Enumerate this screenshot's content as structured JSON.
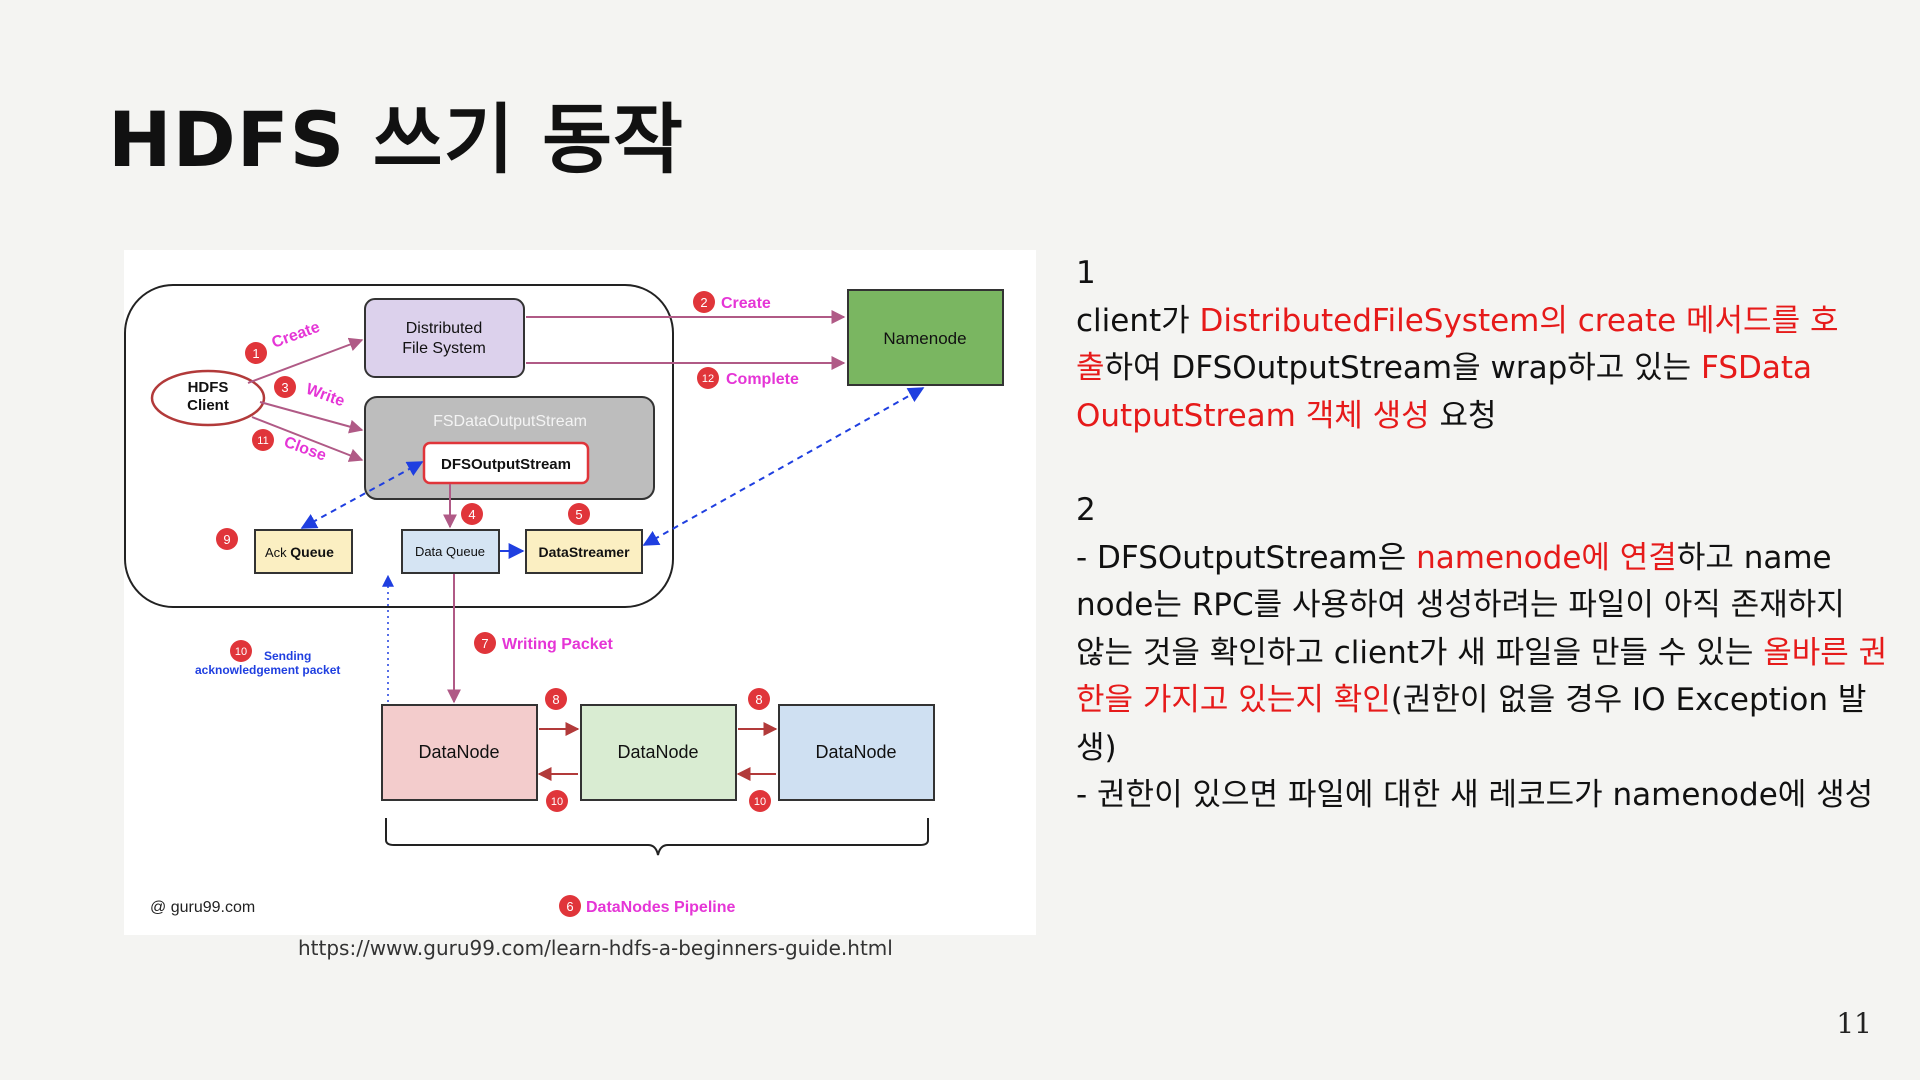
{
  "slide": {
    "title": "HDFS 쓰기 동작",
    "page_number": "11",
    "caption": "https://www.guru99.com/learn-hdfs-a-beginners-guide.html"
  },
  "diagram": {
    "hdfs_client": "HDFS\nClient",
    "hdfs_client_l1": "HDFS",
    "hdfs_client_l2": "Client",
    "dfs_l1": "Distributed",
    "dfs_l2": "File System",
    "fsdos": "FSDataOutputStream",
    "dos": "DFSOutputStream",
    "namenode": "Namenode",
    "ack_queue_prefix": "Ack ",
    "ack_queue_bold": "Queue",
    "data_queue": "Data Queue",
    "datastreamer": "DataStreamer",
    "datanode_1": "DataNode",
    "datanode_2": "DataNode",
    "datanode_3": "DataNode",
    "label_create_1": "Create",
    "label_write": "Write",
    "label_close": "Close",
    "label_create_2": "Create",
    "label_complete": "Complete",
    "label_writing_packet": "Writing Packet",
    "label_pipeline": "DataNodes Pipeline",
    "label_sending_l1": "Sending",
    "label_sending_l2": "acknowledgement  packet",
    "watermark": "@ guru99.com",
    "step_badges": [
      "1",
      "2",
      "3",
      "4",
      "5",
      "6",
      "7",
      "8",
      "8",
      "9",
      "10",
      "10",
      "10",
      "11",
      "12"
    ],
    "colors": {
      "badge": "#e0353a",
      "magenta": "#e535d6",
      "arrow_link": "#b05a86",
      "namenode_fill": "#7ab661",
      "dfs_fill": "#dcd1ec",
      "fsdos_fill": "#bdbdbd",
      "ack_fill": "#fbefc2",
      "dataqueue_fill": "#d5e4f3",
      "datastreamer_fill": "#fbefc2",
      "dn1_fill": "#f3cccc",
      "dn2_fill": "#d9ecd2",
      "dn3_fill": "#cfe0f2",
      "dashed_blue": "#1f3fe0"
    }
  },
  "notes": {
    "section1_num": "1",
    "s1_line1_a": "client가 ",
    "s1_line1_hl": "DistributedFileSystem의 create 메서드를 호",
    "s1_line2_hl": "출",
    "s1_line2_b": "하여 DFSOutputStream을 wrap하고 있는 ",
    "s1_line2_hl2": "FSData",
    "s1_line3_hl": "OutputStream 객체 생성",
    "s1_line3_b": " 요청",
    "section2_num": "2",
    "s2_line1_a": "- DFSOutputStream은 ",
    "s2_line1_hl": "namenode에 연결",
    "s2_line1_b": "하고 name",
    "s2_line2": "node는 RPC를 사용하여 생성하려는 파일이 아직 존재하지",
    "s2_line3_a": "않는 것을 확인하고 client가 새 파일을 만들 수 있는 ",
    "s2_line3_hl": "올바른 권",
    "s2_line4_hl": "한을 가지고 있는지 확인",
    "s2_line4_b": "(권한이 없을 경우 IO Exception 발",
    "s2_line5": "생)",
    "s2_line6": "- 권한이 있으면 파일에 대한 새 레코드가 namenode에 생성"
  }
}
